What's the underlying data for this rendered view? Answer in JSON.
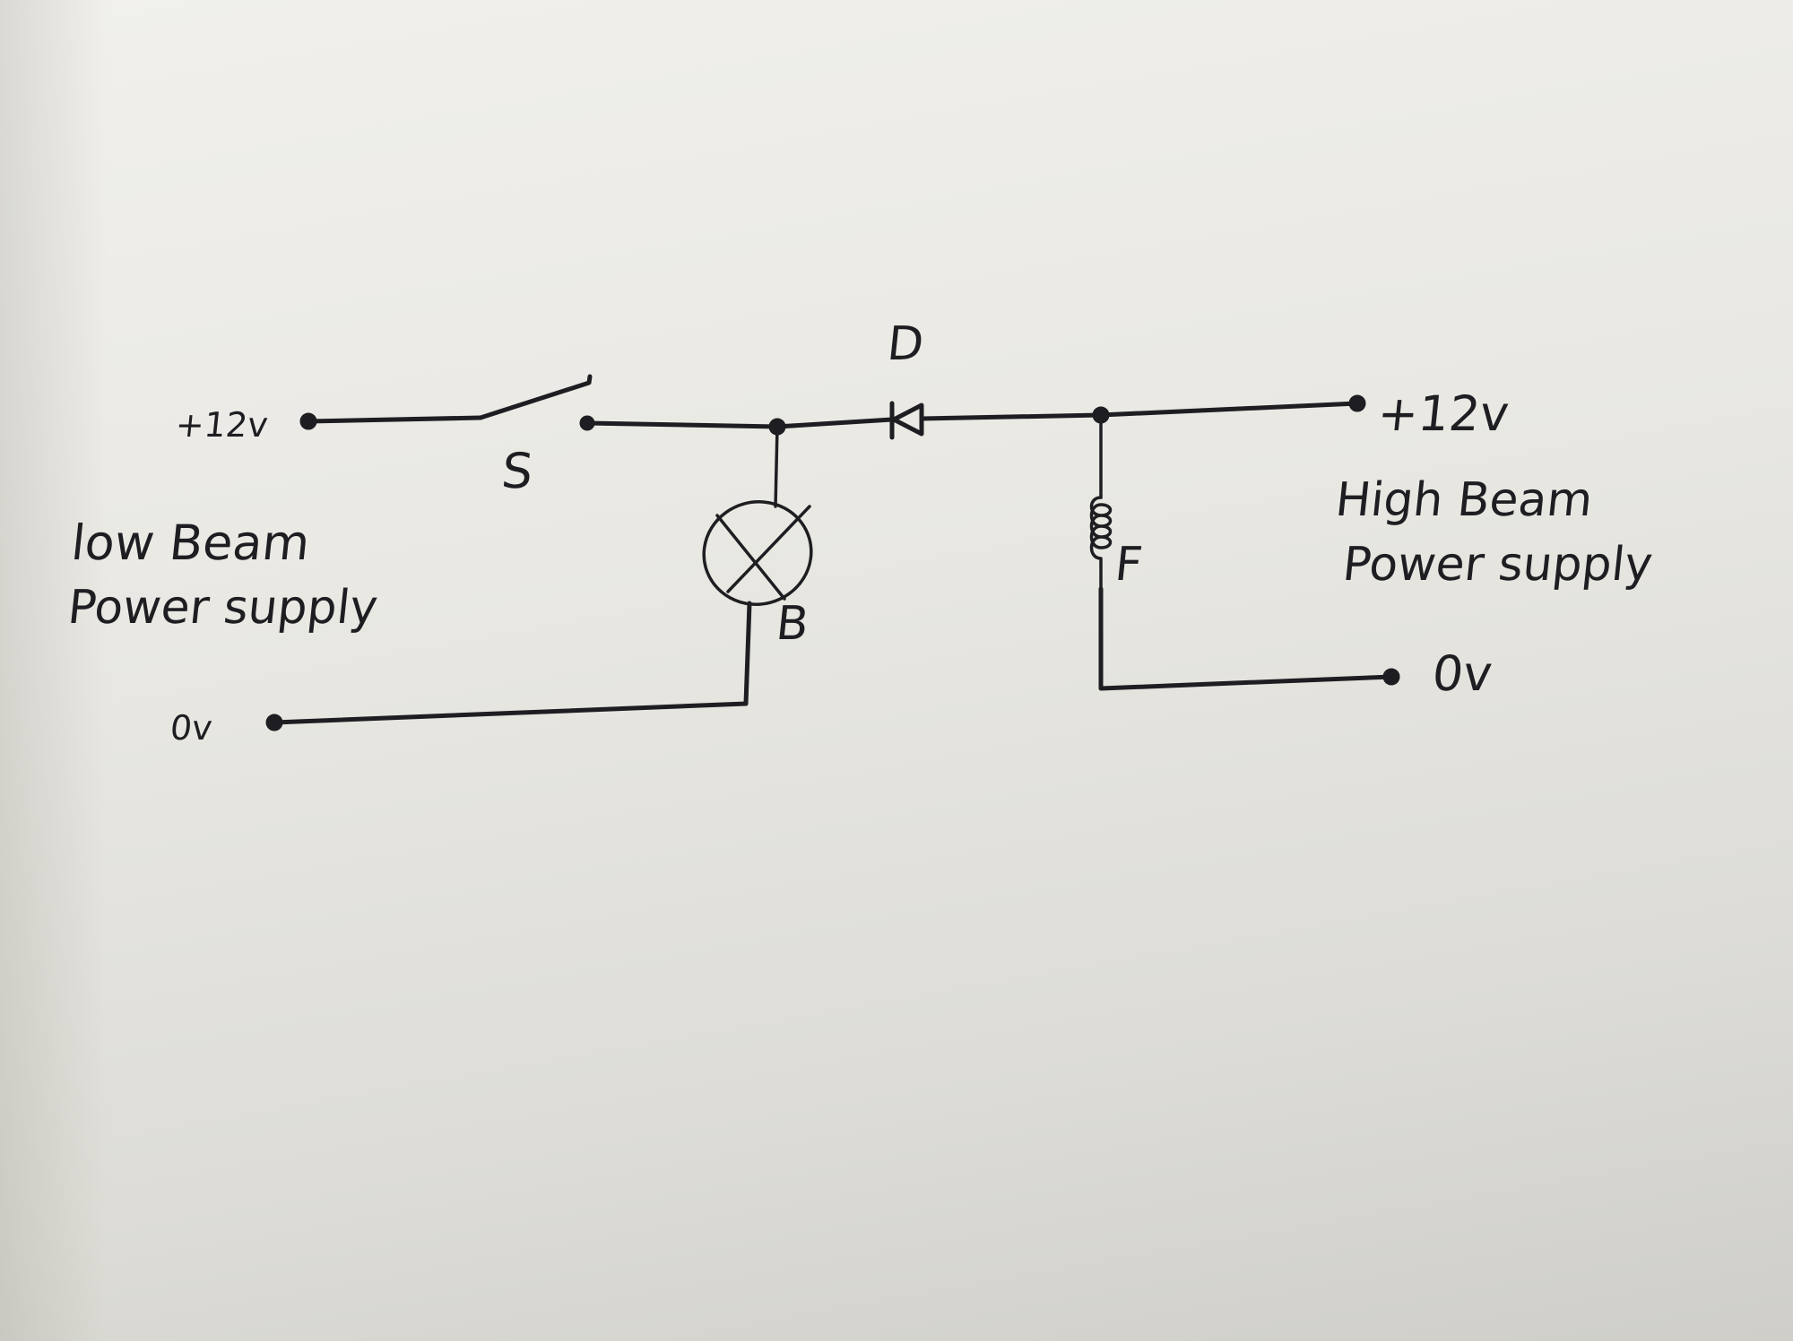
{
  "diagram": {
    "left_supply": {
      "positive_label": "+12v",
      "ground_label": "0v",
      "caption_line1": "low Beam",
      "caption_line2": "Power supply"
    },
    "right_supply": {
      "positive_label": "+12v",
      "ground_label": "0v",
      "caption_line1": "High Beam",
      "caption_line2": "Power supply"
    },
    "components": {
      "switch": "S",
      "diode": "D",
      "bulb": "B",
      "coil": "F"
    },
    "colors": {
      "ink": "#1e1e22",
      "paper": "#e9e8e3"
    }
  }
}
